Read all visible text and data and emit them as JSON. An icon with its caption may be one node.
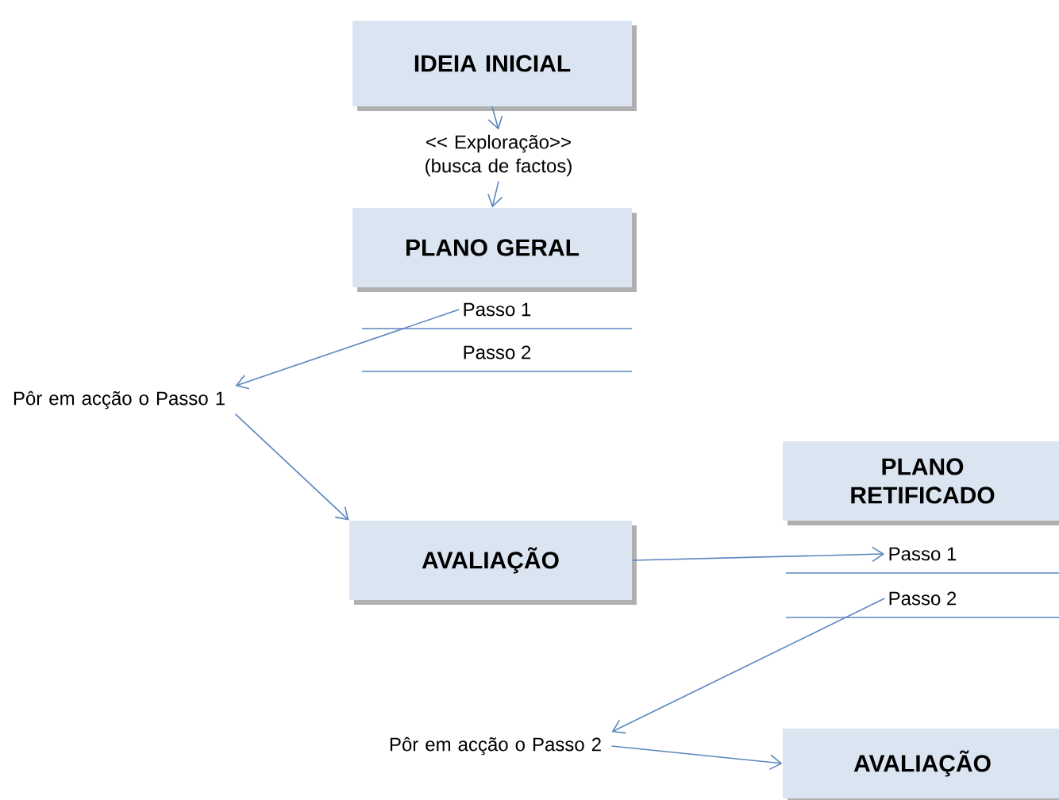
{
  "diagram": {
    "nodes": [
      {
        "text": [
          "IDEIA INICIAL"
        ]
      },
      {
        "text": [
          "<< Exploração>> (busca de factos)"
        ]
      },
      {
        "text": [
          "PLANO GERAL"
        ]
      },
      {
        "text": [
          "Passo 1"
        ]
      },
      {
        "text": [
          "Passo 2"
        ]
      },
      {
        "text": [
          "Pôr em acção o Passo 1"
        ]
      },
      {
        "text": [
          "AVALIAÇÃO"
        ]
      },
      {
        "text": [
          "PLANO RETIFICADO"
        ]
      },
      {
        "text": [
          "Passo 1"
        ]
      },
      {
        "text": [
          "Passo 2"
        ]
      },
      {
        "text": [
          "Pôr em acção o Passo 2"
        ]
      },
      {
        "text": [
          "AVALIAÇÃO"
        ]
      }
    ],
    "edges": [
      {
        "from": 0,
        "to": 1,
        "arrow": "to"
      },
      {
        "from": 1,
        "to": 2,
        "arrow": "to"
      },
      {
        "from": 3,
        "to": 5,
        "arrow": "to"
      },
      {
        "from": 5,
        "to": 6,
        "arrow": "to"
      },
      {
        "from": 6,
        "to": 8,
        "arrow": "to"
      },
      {
        "from": 9,
        "to": 10,
        "arrow": "to"
      },
      {
        "from": 10,
        "to": 11,
        "arrow": "to"
      }
    ]
  }
}
